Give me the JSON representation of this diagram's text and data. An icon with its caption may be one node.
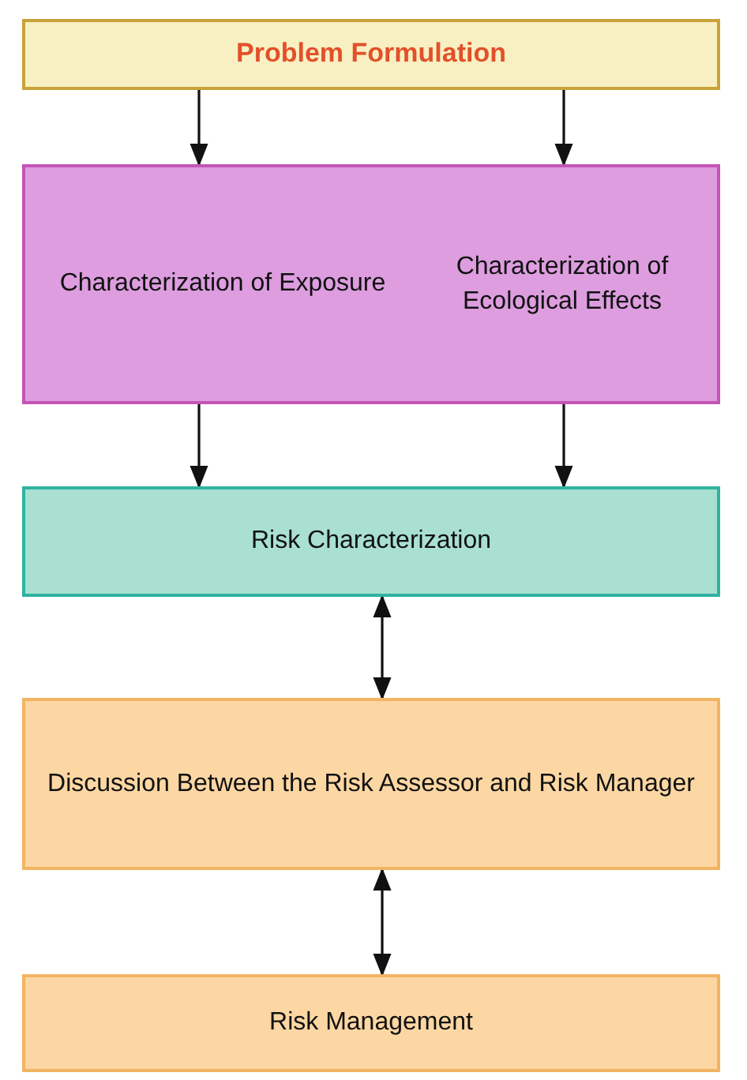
{
  "diagram": {
    "nodes": [
      {
        "text": [
          "Problem Formulation"
        ]
      },
      {
        "text": [
          "Characterization of Exposure",
          "Characterization of Ecological Effects"
        ]
      },
      {
        "text": [
          "Risk Characterization"
        ]
      },
      {
        "text": [
          "Discussion Between the Risk Assessor and Risk Manager"
        ]
      },
      {
        "text": [
          "Risk Management"
        ]
      }
    ],
    "edges": [
      {
        "from": 0,
        "to": 1,
        "arrow": "to"
      },
      {
        "from": 0,
        "to": 1,
        "arrow": "to"
      },
      {
        "from": 1,
        "to": 2,
        "arrow": "to"
      },
      {
        "from": 1,
        "to": 2,
        "arrow": "to"
      },
      {
        "from": 2,
        "to": 3,
        "arrow": "both"
      },
      {
        "from": 3,
        "to": 4,
        "arrow": "both"
      }
    ]
  }
}
